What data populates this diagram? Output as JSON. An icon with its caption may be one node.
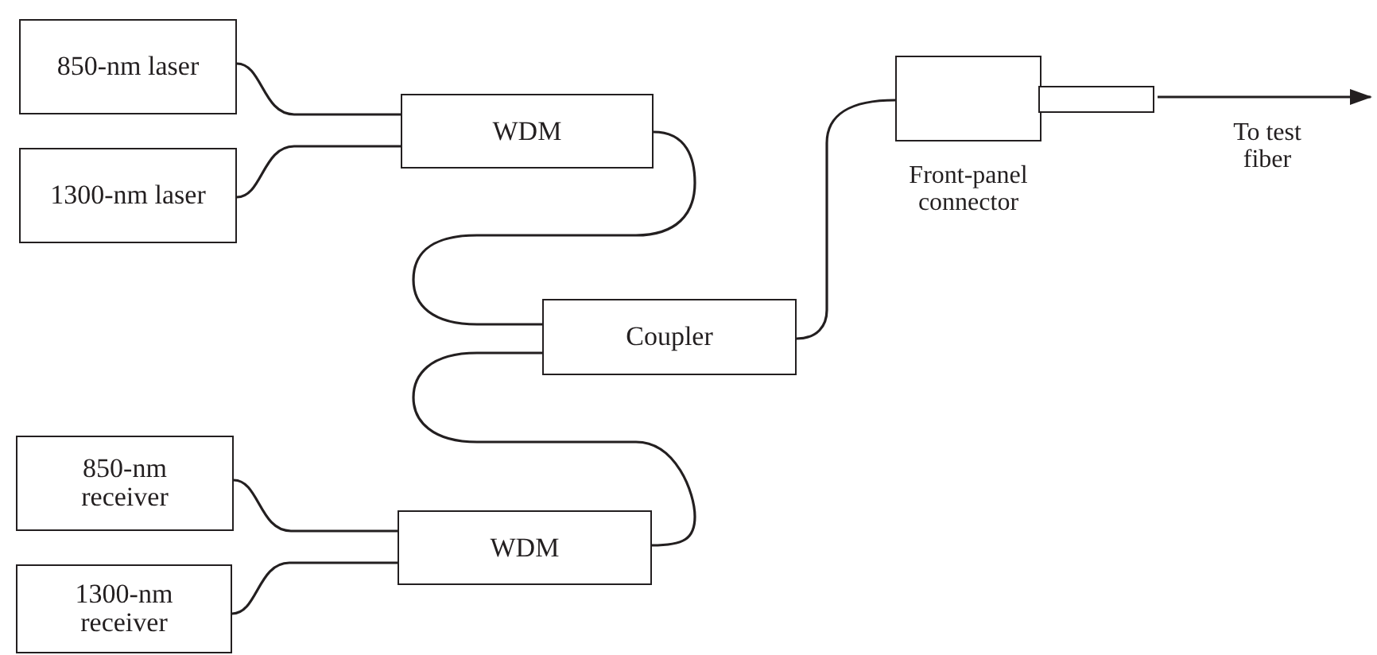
{
  "diagram": {
    "nodes": [
      {
        "text": [
          "850-nm laser"
        ]
      },
      {
        "text": [
          "1300-nm laser"
        ]
      },
      {
        "text": [
          "WDM"
        ]
      },
      {
        "text": [
          "Coupler"
        ]
      },
      {
        "text": [
          "850-nm receiver"
        ]
      },
      {
        "text": [
          "1300-nm receiver"
        ]
      },
      {
        "text": [
          "WDM"
        ]
      },
      {
        "text": [],
        "shape": "connector",
        "beside": [
          "Front-panel connector"
        ]
      }
    ],
    "edges": [
      {
        "from": 0,
        "to": 2,
        "arrow": "none"
      },
      {
        "from": 1,
        "to": 2,
        "arrow": "none"
      },
      {
        "from": 2,
        "to": 3,
        "arrow": "none"
      },
      {
        "from": 3,
        "to": 6,
        "arrow": "none"
      },
      {
        "from": 4,
        "to": 6,
        "arrow": "none"
      },
      {
        "from": 5,
        "to": 6,
        "arrow": "none"
      },
      {
        "from": 3,
        "to": 7,
        "arrow": "none"
      },
      {
        "from": 7,
        "to": null,
        "arrow": "to",
        "label": "To test fiber"
      }
    ]
  }
}
